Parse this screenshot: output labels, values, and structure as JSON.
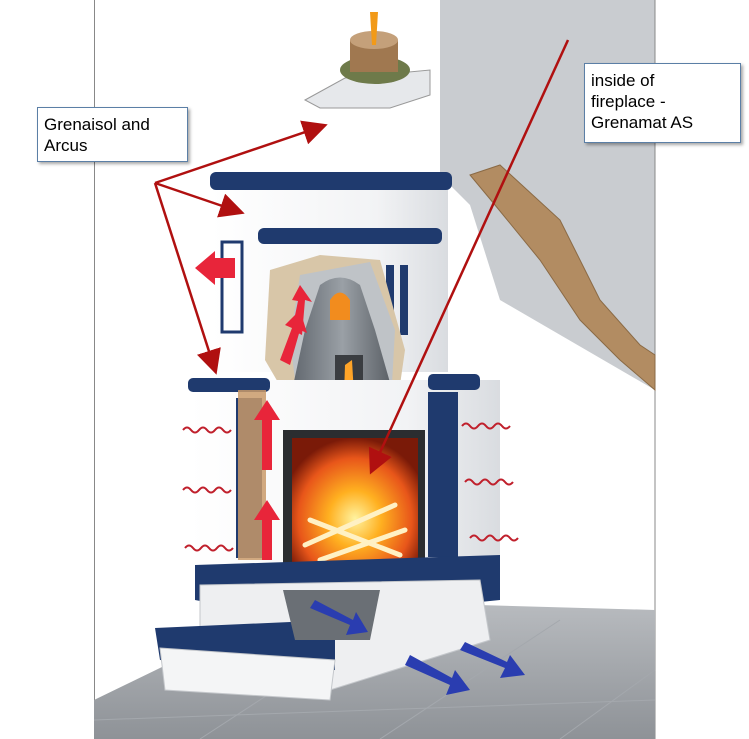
{
  "labels": {
    "left_callout": [
      "Grenaisol and",
      "Arcus"
    ],
    "right_callout": [
      "inside of",
      "fireplace -",
      "Grenamat AS"
    ]
  },
  "colors": {
    "tile_blue": "#1f3a6e",
    "arrow_red": "#e8253a",
    "arrow_blue": "#2a3db0",
    "pointer_red": "#b01010",
    "fire": "#ff8a1e"
  },
  "icons": [
    "flame-icon",
    "hot-air-arrow-icon",
    "cold-air-arrow-icon",
    "radiant-heat-icon"
  ]
}
